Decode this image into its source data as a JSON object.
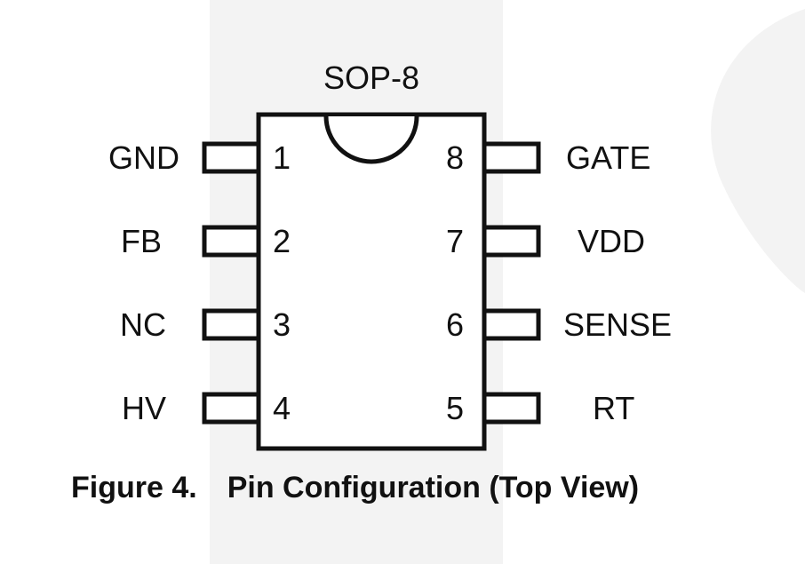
{
  "package": "SOP-8",
  "caption": {
    "number": "Figure 4.",
    "title": "Pin Configuration (Top View)"
  },
  "pins": [
    {
      "number": "1",
      "name": "GND",
      "side": "left"
    },
    {
      "number": "2",
      "name": "FB",
      "side": "left"
    },
    {
      "number": "3",
      "name": "NC",
      "side": "left"
    },
    {
      "number": "4",
      "name": "HV",
      "side": "left"
    },
    {
      "number": "8",
      "name": "GATE",
      "side": "right"
    },
    {
      "number": "7",
      "name": "VDD",
      "side": "right"
    },
    {
      "number": "6",
      "name": "SENSE",
      "side": "right"
    },
    {
      "number": "5",
      "name": "RT",
      "side": "right"
    }
  ],
  "colors": {
    "ink": "#111111",
    "background": "#ffffff",
    "watermark": "#f3f3f3"
  }
}
